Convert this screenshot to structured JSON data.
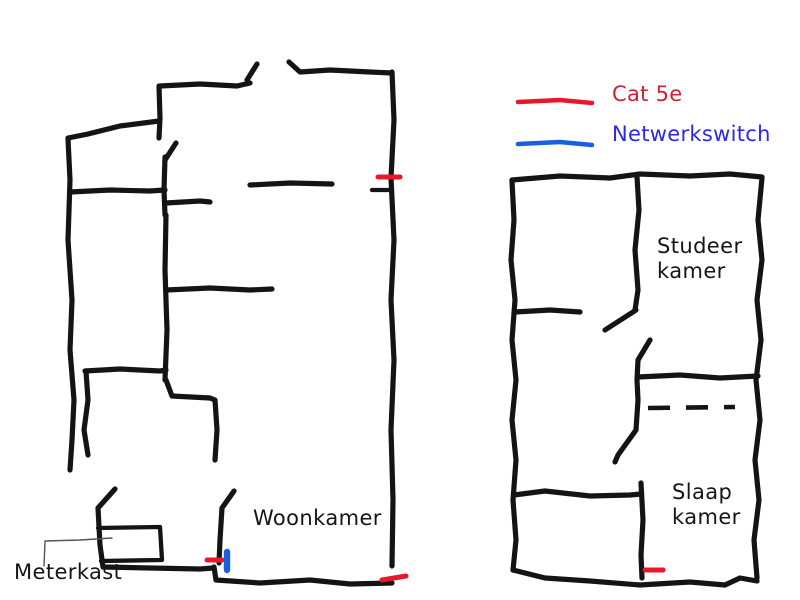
{
  "document": {
    "title": "Hand-drawn floor plan with network cabling",
    "background_color": "#ffffff",
    "wall_color": "#141414"
  },
  "legend": {
    "items": [
      {
        "id": "cat5e",
        "label": "Cat 5e",
        "color": "#e8172b",
        "text_color": "#cc2233",
        "swatch": "line"
      },
      {
        "id": "netwerkswitch",
        "label": "Netwerkswitch",
        "color": "#1a5fe0",
        "text_color": "#2a2ae0",
        "swatch": "line"
      }
    ]
  },
  "floorplans": [
    {
      "id": "ground-floor",
      "position": "left",
      "rooms": [
        {
          "id": "woonkamer",
          "label": "Woonkamer"
        },
        {
          "id": "meterkast",
          "label": "Meterkast"
        }
      ],
      "markers": [
        {
          "id": "cat5e-east-wall",
          "type": "cat5e",
          "color": "#e8172b"
        },
        {
          "id": "cat5e-southeast-corner",
          "type": "cat5e",
          "color": "#e8172b"
        },
        {
          "id": "cat5e-meterkast-run",
          "type": "cat5e",
          "color": "#e8172b"
        },
        {
          "id": "netwerkswitch-woonkamer",
          "type": "netwerkswitch",
          "color": "#1a5fe0"
        }
      ]
    },
    {
      "id": "first-floor",
      "position": "right",
      "rooms": [
        {
          "id": "studeerkamer",
          "label": "Studeer\nkamer"
        },
        {
          "id": "slaapkamer",
          "label": "Slaap\nkamer"
        }
      ],
      "markers": [
        {
          "id": "cat5e-slaapkamer",
          "type": "cat5e",
          "color": "#e8172b"
        }
      ]
    }
  ]
}
